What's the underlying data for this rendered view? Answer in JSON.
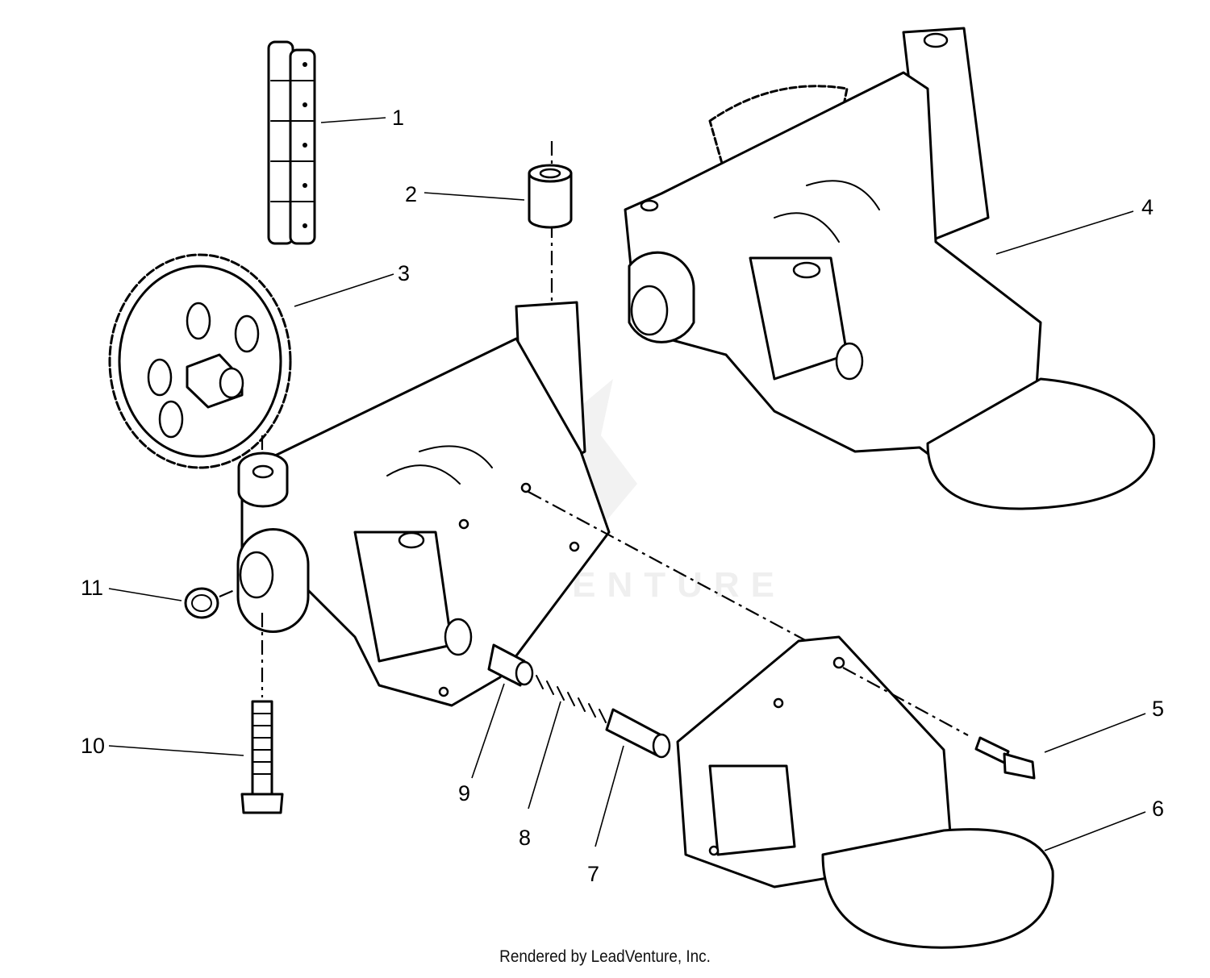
{
  "callouts": [
    "1",
    "2",
    "3",
    "4",
    "5",
    "6",
    "7",
    "8",
    "9",
    "10",
    "11"
  ],
  "watermark": "LEADVENTURE",
  "credit": "Rendered by LeadVenture, Inc."
}
